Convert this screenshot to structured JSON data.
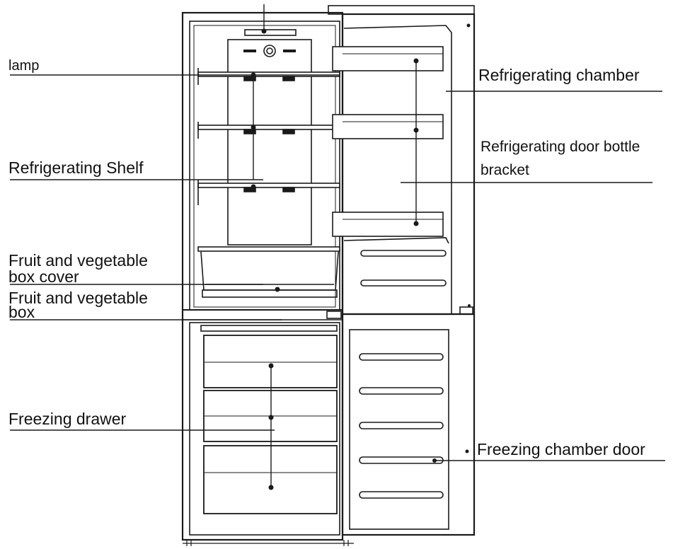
{
  "diagram": {
    "labels": {
      "lamp": "lamp",
      "refrigerating_shelf": "Refrigerating Shelf",
      "fv_box_cover_line1": "Fruit and vegetable",
      "fv_box_cover_line2": "box cover",
      "fv_box_line1": "Fruit and vegetable",
      "fv_box_line2": "box",
      "freezing_drawer": "Freezing drawer",
      "refrigerating_chamber": "Refrigerating chamber",
      "door_bottle_bracket_line1": "Refrigerating door bottle",
      "door_bottle_bracket_line2": "bracket",
      "freezing_chamber_door": "Freezing chamber door"
    },
    "colors": {
      "line": "#1a1a1a",
      "background": "#ffffff"
    }
  }
}
